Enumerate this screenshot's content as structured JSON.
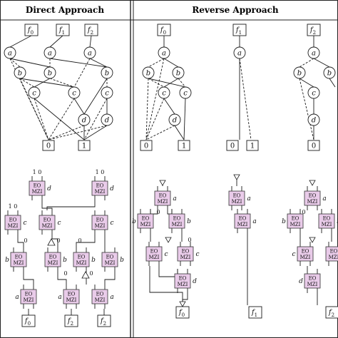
{
  "titles": {
    "left": "Direct Approach",
    "right": "Reverse Approach"
  },
  "colors": {
    "eo_fill": "#e9cbe9",
    "eo_stroke": "#333333",
    "line": "#1a1a1a",
    "bg": "#ffffff"
  },
  "labels": {
    "f0": "f",
    "f0_sub": "0",
    "f1": "f",
    "f1_sub": "1",
    "f2": "f",
    "f2_sub": "2",
    "node_a": "a",
    "node_b": "b",
    "node_c": "c",
    "node_d": "d",
    "zero": "0",
    "one": "1",
    "eo": "EO",
    "mzi": "MZI",
    "input_pair": "1   0"
  }
}
